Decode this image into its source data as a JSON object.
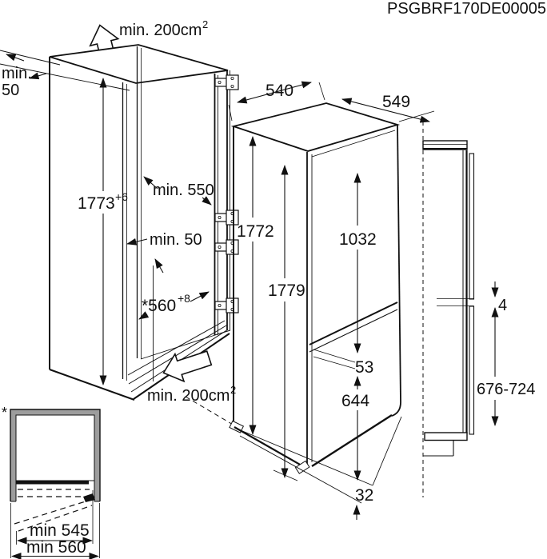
{
  "drawing_code": "PSGBRF170DE00005",
  "colors": {
    "line": "#111111",
    "wall_gray": "#9d9d9d"
  },
  "cabinet": {
    "vent_top": {
      "text": "min. 200cm",
      "sup": "2"
    },
    "vent_bottom": {
      "text": "min. 200cm",
      "sup": "2"
    },
    "top_clearance": {
      "line1": "min.",
      "line2": "50"
    },
    "niche_height": {
      "value": "1773",
      "sup": "+6"
    },
    "niche_depth": "min. 550",
    "rear_clearance": "min. 50",
    "niche_width": {
      "value": "*560",
      "sup": "+8"
    }
  },
  "fridge": {
    "width": "540",
    "depth": "549",
    "height": "1772",
    "front_height": "1779",
    "upper_door_height": "1032",
    "door_gap": "53",
    "lower_door_height": "644",
    "plinth_height": "32"
  },
  "door_panel": {
    "panel_gap": "4",
    "lower_panel_height": "676-724"
  },
  "top_view": {
    "marker": "*",
    "inner_width": "min 545",
    "outer_width": "min 560"
  }
}
